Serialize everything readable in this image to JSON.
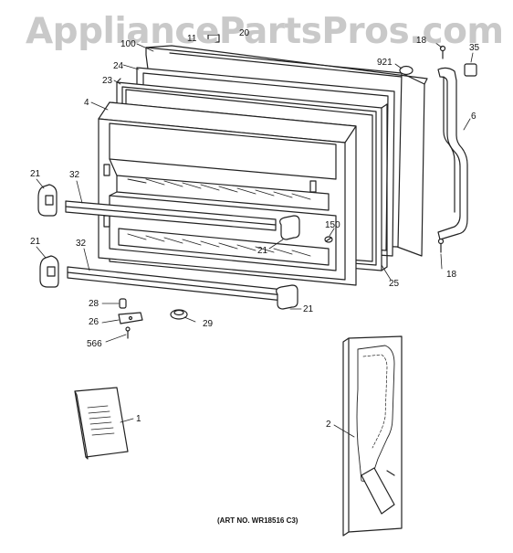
{
  "watermark": "AppliancePartsPros.com",
  "art_number": "(ART NO. WR18516 C3)",
  "callouts": {
    "c100": "100",
    "c11": "11",
    "c20": "20",
    "c18a": "18",
    "c35": "35",
    "c921": "921",
    "c24": "24",
    "c23": "23",
    "c4": "4",
    "c6": "6",
    "c21a": "21",
    "c32a": "32",
    "c150": "150",
    "c21b": "21",
    "c18b": "18",
    "c21c": "21",
    "c32b": "32",
    "c25": "25",
    "c28": "28",
    "c21d": "21",
    "c26": "26",
    "c29": "29",
    "c566": "566",
    "c1": "1",
    "c2": "2"
  }
}
